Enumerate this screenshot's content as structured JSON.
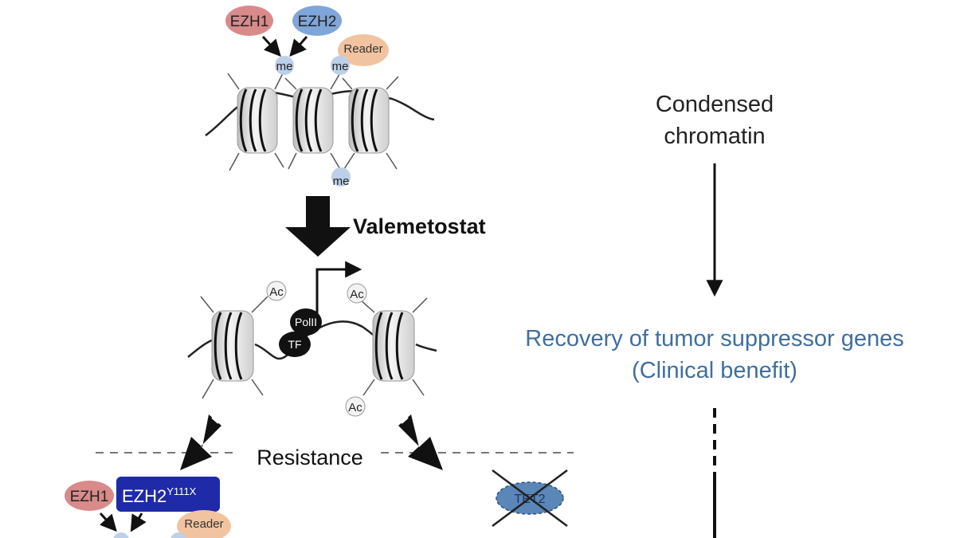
{
  "top_complex": {
    "ezh1_label": "EZH1",
    "ezh2_label": "EZH2",
    "reader_label": "Reader",
    "me_mark": "me"
  },
  "drug_label": "Valemetostat",
  "active_state": {
    "acetyl_mark": "Ac",
    "polii_label": "PolII",
    "tf_label": "TF"
  },
  "resistance_label": "Resistance",
  "mutant_complex": {
    "ezh1_label": "EZH1",
    "ezh2_label": "EZH2",
    "ezh2_superscript": "Y111X",
    "reader_label": "Reader"
  },
  "tet2_label": "TET2",
  "right_panel": {
    "condensed_line1": "Condensed",
    "condensed_line2": "chromatin",
    "recovery_line1": "Recovery of tumor suppressor genes",
    "recovery_line2": "(Clinical benefit)"
  },
  "colors": {
    "ezh1": "#d98a8a",
    "ezh2": "#7fa6d8",
    "reader": "#f2c3a0",
    "me": "#bcd0e8",
    "mutant_ezh2": "#1f2aa8",
    "tet2": "#5b86b8",
    "recovery_text": "#3f6f9f"
  },
  "icons": [
    "arrow-icon",
    "cross-mark-icon",
    "nucleosome-icon"
  ]
}
